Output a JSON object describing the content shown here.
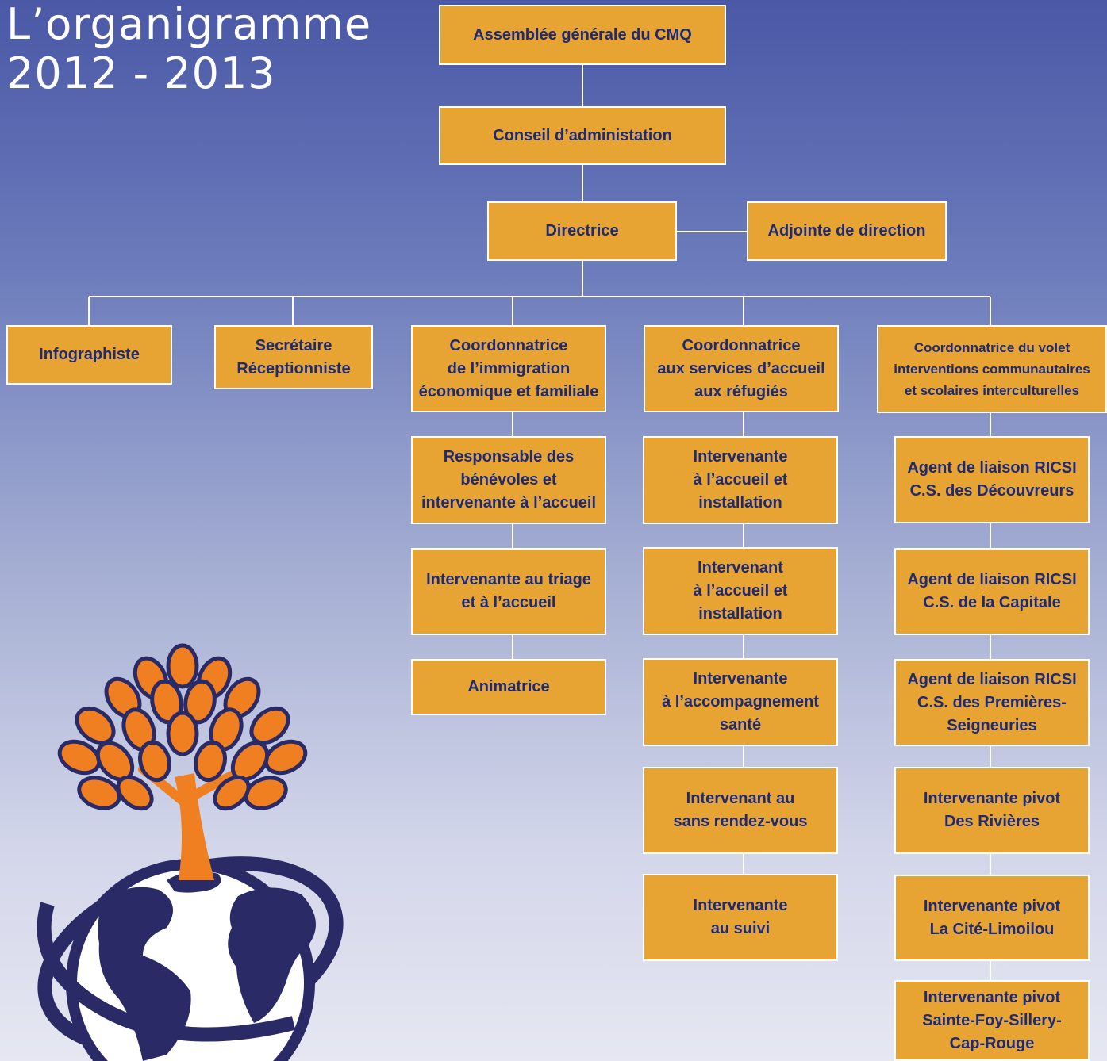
{
  "title": {
    "line1": "L’organigramme",
    "line2": "2012 - 2013"
  },
  "boxes": {
    "assemblee": "Assemblée générale du CMQ",
    "conseil": "Conseil d’administation",
    "directrice": "Directrice",
    "adjointe": "Adjointe de direction",
    "infographiste": "Infographiste",
    "secretaire": "Secrétaire\nRéceptionniste",
    "coord_immigration": "Coordonnatrice\nde l’immigration\néconomique et familiale",
    "coord_refugies": "Coordonnatrice\naux services d’accueil\naux réfugiés",
    "coord_interventions": "Coordonnatrice du volet\ninterventions communautaires\net scolaires interculturelles",
    "responsable_benevoles": "Responsable des\nbénévoles et\nintervenante à l’accueil",
    "intervenante_triage": "Intervenante au triage\net à l’accueil",
    "animatrice": "Animatrice",
    "intervenante_accueil_installation": "Intervenante\nà l’accueil et\ninstallation",
    "intervenant_accueil_installation": "Intervenant\nà l’accueil et\ninstallation",
    "intervenante_sante": "Intervenante\nà l’accompagnement\nsanté",
    "intervenant_sans_rdv": "Intervenant au\nsans rendez-vous",
    "intervenante_suivi": "Intervenante\nau suivi",
    "agent_decouvreurs": "Agent de liaison RICSI\nC.S. des Découvreurs",
    "agent_capitale": "Agent de liaison RICSI\nC.S. de la Capitale",
    "agent_premieres": "Agent de liaison RICSI\nC.S. des Premières-\nSeigneuries",
    "pivot_rivieres": "Intervenante pivot\nDes Rivières",
    "pivot_limoilou": "Intervenante pivot\nLa Cité-Limoilou",
    "pivot_sainte_foy": "Intervenante pivot\nSainte-Foy-Sillery-\nCap-Rouge"
  },
  "colors": {
    "box_fill": "#e8a433",
    "box_text": "#1c2a78",
    "box_border": "#ffffff",
    "connector": "#ffffff",
    "tree_orange": "#f07f22",
    "globe_navy": "#2a2a66"
  },
  "icons": {
    "logo": "tree-on-globe-logo"
  }
}
